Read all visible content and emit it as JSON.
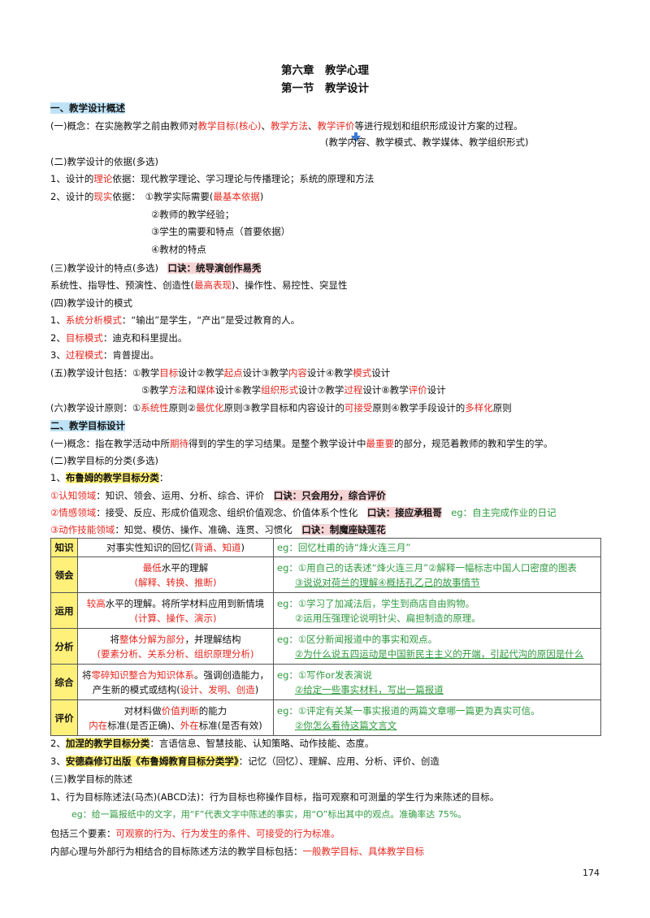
{
  "chapter_title": "第六章　教学心理",
  "section_title": "第一节　教学设计",
  "s1": {
    "heading": "一、教学设计概述",
    "concept_prefix": "(一)概念：在实施教学之前由教师对",
    "concept_r1": "教学目标(核心)",
    "concept_sep1": "、",
    "concept_r2": "教学方法",
    "concept_sep2": "、",
    "concept_r3": "教学评价",
    "concept_suffix": "等进行规划和组织形成设计方案的过程。",
    "concept_note": "(教学内容、教学模式、教学媒体、教学组织形式)",
    "basis_heading": "(二)教学设计的依据(多选)",
    "basis1_a": "1、设计的",
    "basis1_r": "理论",
    "basis1_b": "依据：现代教学理论、学习理论与传播理论；系统的原理和方法",
    "basis2_a": "2、设计的",
    "basis2_r": "现实",
    "basis2_b": "依据：　①教学实际需要(",
    "basis2_r2": "最基本依据",
    "basis2_c": ")",
    "basis2_item2": "②教师的教学经验；",
    "basis2_item3": "③学生的需要和特点（首要依据）",
    "basis2_item4": "④教材的特点",
    "features_heading": "(三)教学设计的特点(多选)",
    "features_mnemonic": "口诀：统导演创作易秃",
    "features_line_a": "系统性、指导性、预演性、创造性(",
    "features_line_r": "最高表现",
    "features_line_b": ")、操作性、易控性、突显性",
    "modes_heading": "(四)教学设计的模式",
    "mode1_num": "1、",
    "mode1_r": "系统分析模式",
    "mode1_b": "：“输出”是学生，“产出”是受过教育的人。",
    "mode2_num": "2、",
    "mode2_r": "目标模式",
    "mode2_b": "：迪克和科里提出。",
    "mode3_num": "3、",
    "mode3_r": "过程模式",
    "mode3_b": "：肯普提出。",
    "includes_a": "(五)教学设计包括：①教学",
    "includes_r1": "目标",
    "includes_b": "设计②教学",
    "includes_r2": "起点",
    "includes_c": "设计③教学",
    "includes_r3": "内容",
    "includes_d": "设计④教学",
    "includes_r4": "模式",
    "includes_e": "设计",
    "includes2_a": "⑤教学",
    "includes2_r1": "方法",
    "includes2_b": "和",
    "includes2_r2": "媒体",
    "includes2_c": "设计⑥教学",
    "includes2_r3": "组织形式",
    "includes2_d": "设计⑦教学",
    "includes2_r4": "过程",
    "includes2_e": "设计⑧教学",
    "includes2_r5": "评价",
    "includes2_f": "设计",
    "principles_a": "(六)教学设计原则：①",
    "principles_r1": "系统性",
    "principles_b": "原则②",
    "principles_r2": "最优化",
    "principles_c": "原则③教学目标和内容设计的",
    "principles_r3": "可接受",
    "principles_d": "原则④教学手段设计的",
    "principles_r4": "多样化",
    "principles_e": "原则"
  },
  "s2": {
    "heading": "二、教学目标设计",
    "concept_a": "(一)概念：指在教学活动中所",
    "concept_r1": "期待",
    "concept_b": "得到的学生的学习结果。是整个教学设计中",
    "concept_r2": "最重要",
    "concept_c": "的部分，规范着教师的教和学生的学。",
    "class_heading": "(二)教学目标的分类(多选)",
    "bloom_num": "1、",
    "bloom_title": "布鲁姆的教学目标分类",
    "bloom_colon": "：",
    "cog_r": "①认知领域",
    "cog_b": "：知识、领会、运用、分析、综合、评价　",
    "cog_m": "口诀：只会用分，综合评价",
    "aff_r": "②情感领域",
    "aff_b": "：接受、反应、形成价值观念、组织价值观念、价值体系个性化　",
    "aff_m": "口诀：接应承租哥",
    "aff_eg": "　eg：自主完成作业的日记",
    "psy_r": "③动作技能领域",
    "psy_b": "：知觉、模仿、操作、准确、连贯、习惯化　",
    "psy_m": "口诀：制魔座缺莲花",
    "table": [
      {
        "level": "知识",
        "desc1_a": "对事实性知识的回忆(",
        "desc1_r": "背诵、知道",
        "desc1_b": ")",
        "eg1": "eg：回忆杜甫的诗“烽火连三月”",
        "eg2": ""
      },
      {
        "level": "领会",
        "desc1_r": "最低",
        "desc1_b": "水平的理解",
        "desc2": "(解释、转换、推断)",
        "eg1": "eg：①用自己的话表述“烽火连三月”②解释一幅标志中国人口密度的图表",
        "eg2": "③说说对荷兰的理解④概括孔乙己的故事情节"
      },
      {
        "level": "运用",
        "desc1_r": "较高",
        "desc1_b": "水平的理解。将所学材料应用到新情境",
        "desc2": "(计算、操作、演示)",
        "eg1": "eg：①学习了加减法后，学生到商店自由购物。",
        "eg2": "②运用压强理论说明针尖、扁担制造的原理。"
      },
      {
        "level": "分析",
        "desc1_a": "将",
        "desc1_r": "整体分解为部分",
        "desc1_b": "，并理解结构",
        "desc2": "(要素分析、关系分析、组织原理分析)",
        "eg1": "eg：①区分新闻报道中的事实和观点。",
        "eg2": "②为什么说五四运动是中国新民主主义的开端，引起代沟的原因是什么"
      },
      {
        "level": "综合",
        "desc1_a": "将",
        "desc1_r": "零碎知识整合为知识体系",
        "desc1_b": "。强调创造能力，",
        "desc2_a": "产生新的模式或结构(",
        "desc2_r": "设计、发明、创造",
        "desc2_b": ")",
        "eg1": "eg：①写作or发表演说",
        "eg2": "②给定一些事实材料，写出一篇报道"
      },
      {
        "level": "评价",
        "desc1_a": "对材料做",
        "desc1_r": "价值判断",
        "desc1_b": "的能力",
        "desc2_r1": "内在",
        "desc2_a": "标准(是否正确)、",
        "desc2_r2": "外在",
        "desc2_b": "标准(是否有效)",
        "eg1": "eg：①评定有关某一事实报道的两篇文章哪一篇更为真实可信。",
        "eg2": "②你怎么看待这篇文言文"
      }
    ],
    "gagne_num": "2、",
    "gagne_title": "加涅的教学目标分类",
    "gagne_b": "：言语信息、智慧技能、认知策略、动作技能、态度。",
    "anderson_num": "3、",
    "anderson_title": "安德森修订出版《布鲁姆教育目标分类学》",
    "anderson_b": "：记忆（回忆）、理解、应用、分析、评价、创造",
    "stmt_heading": "(三)教学目标的陈述",
    "stmt1": "1、行为目标陈述法(马杰)(ABCD法)：行为目标也称操作目标，指可观察和可测量的学生行为来陈述的目标。",
    "stmt_eg": "eg：给一篇报纸中的文字，用“F”代表文字中陈述的事实，用“O”标出其中的观点。准确率达 75%。",
    "elements_a": "包括三个要素：",
    "elements_r": "可观察的行为、行为发生的条件、可接受的行为标准。",
    "combined_a": "内部心理与外部行为相结合的目标陈述方法的教学目标包括：",
    "combined_r": "一般教学目标、具体教学目标"
  },
  "page_number": "174",
  "colors": {
    "red": "#e8271f",
    "green": "#2f9a3f",
    "heading_bg": "#bfe3f6",
    "mnemonic_bg": "#f6d4d6",
    "level_bg": "#fff07a",
    "arrow": "#3a7bd5"
  }
}
